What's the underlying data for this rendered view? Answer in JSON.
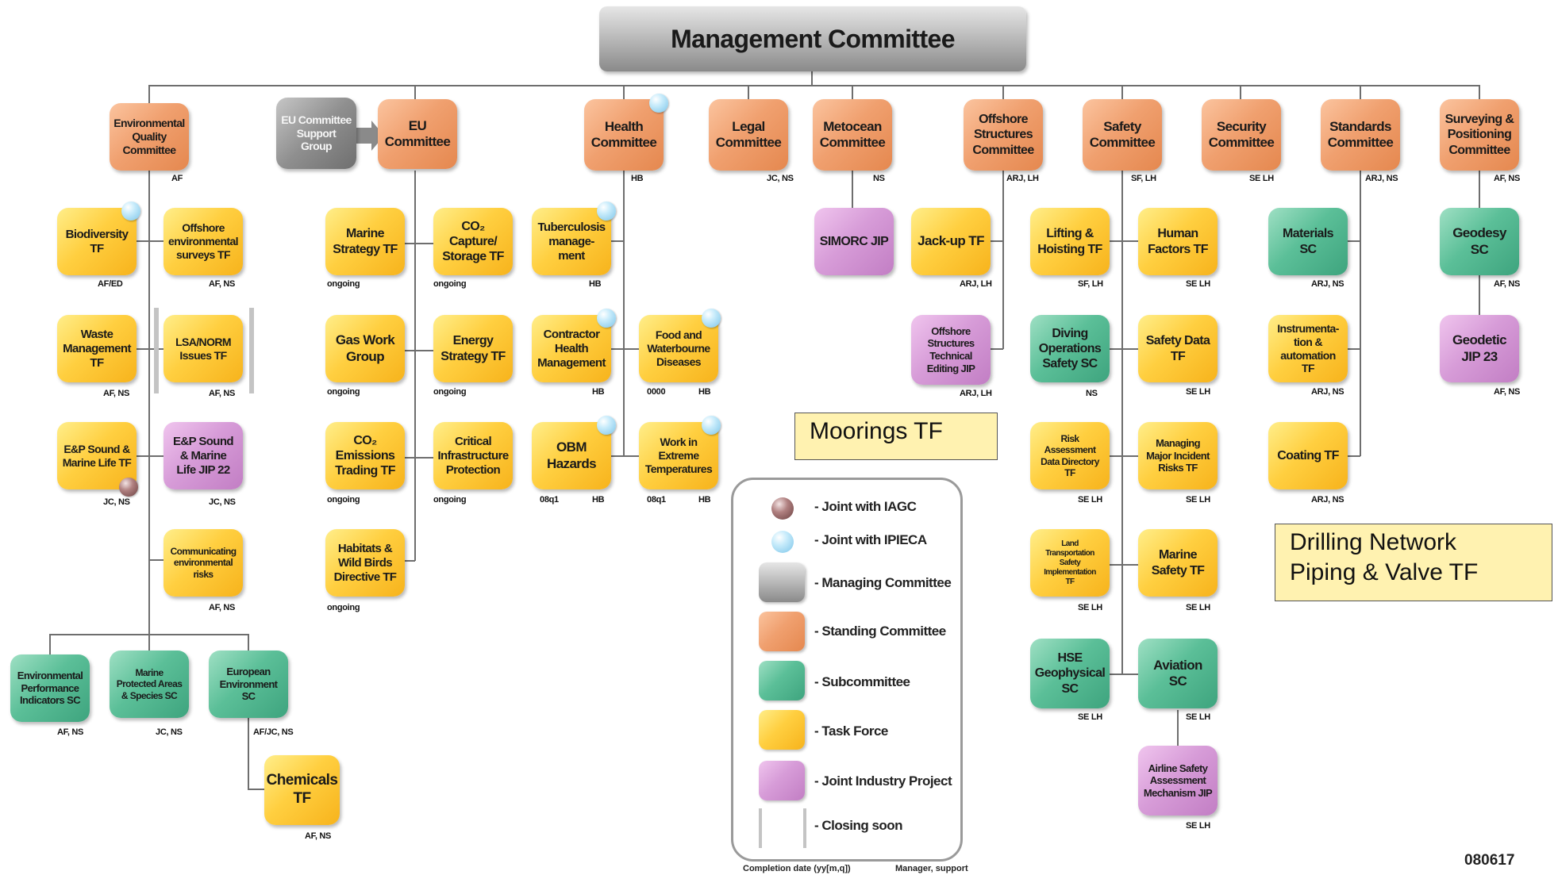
{
  "management": {
    "title": "Management Committee"
  },
  "standing_committees": [
    {
      "id": "env",
      "label": "Environmental\nQuality\nCommittee",
      "note": "AF"
    },
    {
      "id": "eu",
      "label": "EU\nCommittee",
      "note": ""
    },
    {
      "id": "health",
      "label": "Health\nCommittee",
      "note": "HB"
    },
    {
      "id": "legal",
      "label": "Legal\nCommittee",
      "note": "JC, NS"
    },
    {
      "id": "metocean",
      "label": "Metocean\nCommittee",
      "note": "NS"
    },
    {
      "id": "offshore",
      "label": "Offshore\nStructures\nCommittee",
      "note": "ARJ, LH"
    },
    {
      "id": "safety",
      "label": "Safety\nCommittee",
      "note": "SF, LH"
    },
    {
      "id": "security",
      "label": "Security\nCommittee",
      "note": "SE LH"
    },
    {
      "id": "standards",
      "label": "Standards\nCommittee",
      "note": "ARJ, NS"
    },
    {
      "id": "surveying",
      "label": "Surveying &\nPositioning\nCommittee",
      "note": "AF, NS"
    }
  ],
  "support_group": {
    "label": "EU Committee\nSupport Group"
  },
  "env_left": [
    {
      "label": "Biodiversity TF",
      "note": "AF/ED"
    },
    {
      "label": "Waste\nManagement\nTF",
      "note": "AF, NS"
    },
    {
      "label": "E&P Sound &\nMarine Life TF",
      "note": "JC, NS"
    }
  ],
  "env_right": [
    {
      "label": "Offshore\nenvironmental\nsurveys TF",
      "note": "AF, NS"
    },
    {
      "label": "LSA/NORM\nIssues TF",
      "note": "AF, NS"
    },
    {
      "label": "E&P Sound\n& Marine\nLife JIP 22",
      "note": "JC, NS"
    },
    {
      "label": "Communicating\nenvironmental\nrisks",
      "note": "AF, NS"
    }
  ],
  "env_bottom": [
    {
      "label": "Environmental\nPerformance\nIndicators SC",
      "note": "AF, NS"
    },
    {
      "label": "Marine\nProtected Areas\n& Species SC",
      "note": "JC, NS"
    },
    {
      "label": "European\nEnvironment\nSC",
      "note": "AF/JC, NS"
    }
  ],
  "chemicals": {
    "label": "Chemicals\nTF",
    "note": "AF, NS"
  },
  "eu_left": [
    {
      "label": "Marine\nStrategy TF",
      "note": "ongoing"
    },
    {
      "label": "Gas Work\nGroup",
      "note": "ongoing"
    },
    {
      "label": "CO₂\nEmissions\nTrading TF",
      "note": "ongoing"
    },
    {
      "label": "Habitats &\nWild Birds\nDirective TF",
      "note": "ongoing"
    }
  ],
  "eu_right": [
    {
      "label": "CO₂\nCapture/\nStorage TF",
      "note": "ongoing"
    },
    {
      "label": "Energy\nStrategy TF",
      "note": "ongoing"
    },
    {
      "label": "Critical\nInfrastructure\nProtection",
      "note": "ongoing"
    }
  ],
  "health_left": [
    {
      "label": "Tuberculosis\nmanage-\nment",
      "note_left": "",
      "note_right": "HB"
    },
    {
      "label": "Contractor\nHealth\nManagement",
      "note_left": "",
      "note_right": "HB"
    },
    {
      "label": "OBM\nHazards",
      "note_left": "08q1",
      "note_right": "HB"
    }
  ],
  "health_right": [
    {
      "label": "Food and\nWaterbourne\nDiseases",
      "note_left": "0000",
      "note_right": "HB"
    },
    {
      "label": "Work in\nExtreme\nTemperatures",
      "note_left": "08q1",
      "note_right": "HB"
    }
  ],
  "simorc": {
    "label": "SIMORC JIP"
  },
  "offshore_children": [
    {
      "label": "Jack-up TF",
      "note": "ARJ, LH"
    },
    {
      "label": "Offshore\nStructures\nTechnical\nEditing JIP",
      "note": "ARJ, LH"
    }
  ],
  "safety_left": [
    {
      "label": "Lifting &\nHoisting TF",
      "note": "SF, LH"
    },
    {
      "label": "Diving\nOperations\nSafety SC",
      "note": "NS"
    },
    {
      "label": "Risk Assessment\nData Directory\nTF",
      "note": "SE LH"
    },
    {
      "label": "Land\nTransportation\nSafety\nImplementation\nTF",
      "note": "SE LH"
    },
    {
      "label": "HSE\nGeophysical\nSC",
      "note": "SE LH"
    }
  ],
  "safety_right": [
    {
      "label": "Human\nFactors TF",
      "note": "SE LH"
    },
    {
      "label": "Safety Data\nTF",
      "note": "SE LH"
    },
    {
      "label": "Managing\nMajor Incident\nRisks TF",
      "note": "SE LH"
    },
    {
      "label": "Marine\nSafety TF",
      "note": "SE LH"
    },
    {
      "label": "Aviation SC",
      "note": "SE LH"
    },
    {
      "label": "Airline Safety\nAssessment\nMechanism JIP",
      "note": "SE LH"
    }
  ],
  "standards_children": [
    {
      "label": "Materials SC",
      "note": "ARJ, NS"
    },
    {
      "label": "Instrumenta-\ntion &\nautomation TF",
      "note": "ARJ, NS"
    },
    {
      "label": "Coating TF",
      "note": "ARJ, NS"
    }
  ],
  "surveying_children": [
    {
      "label": "Geodesy SC",
      "note": "AF, NS"
    },
    {
      "label": "Geodetic\nJIP 23",
      "note": "AF, NS"
    }
  ],
  "callouts": {
    "moorings": "Moorings TF",
    "drilling": "Drilling Network\nPiping & Valve TF"
  },
  "legend": {
    "items": [
      {
        "label": "- Joint with IAGC"
      },
      {
        "label": "- Joint with IPIECA"
      },
      {
        "label": "- Managing Committee"
      },
      {
        "label": "- Standing Committee"
      },
      {
        "label": "- Subcommittee"
      },
      {
        "label": "- Task Force"
      },
      {
        "label": "- Joint Industry Project"
      },
      {
        "label": "- Closing soon"
      }
    ],
    "footer_left": "Completion date (yy[m,q])",
    "footer_right": "Manager, support"
  },
  "doc_number": "080617",
  "colors": {
    "managing": "#9c9c9c",
    "standing": "#ee9a66",
    "subcommittee": "#52b68f",
    "task_force": "#fcc62e",
    "jip": "#d196d3"
  }
}
